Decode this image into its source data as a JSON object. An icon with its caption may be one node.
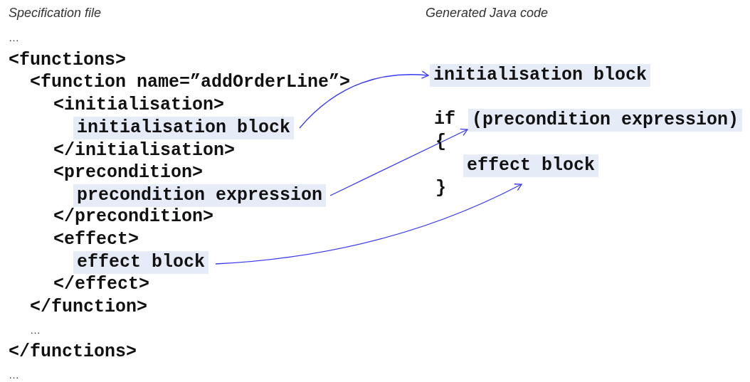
{
  "diagram": {
    "nodes": [
      {
        "text": [
          "initialisation block"
        ]
      },
      {
        "text": [
          "precondition expression"
        ]
      },
      {
        "text": [
          "effect block"
        ]
      },
      {
        "text": [
          "initialisation block"
        ]
      },
      {
        "text": [
          "(precondition expression)"
        ]
      },
      {
        "text": [
          "effect block"
        ]
      }
    ],
    "edges": [
      {
        "from": 0,
        "to": 3,
        "arrow": "to"
      },
      {
        "from": 1,
        "to": 4,
        "arrow": "to"
      },
      {
        "from": 2,
        "to": 5,
        "arrow": "to"
      }
    ],
    "labels": [
      "Specification file",
      "…",
      "<functions>",
      "<function name=”addOrderLine”>",
      "<initialisation>",
      "</initialisation>",
      "<precondition>",
      "</precondition>",
      "<effect>",
      "</effect>",
      "</function>",
      "…",
      "</functions>",
      "…",
      "Generated Java code",
      "if",
      "{",
      "}"
    ]
  }
}
